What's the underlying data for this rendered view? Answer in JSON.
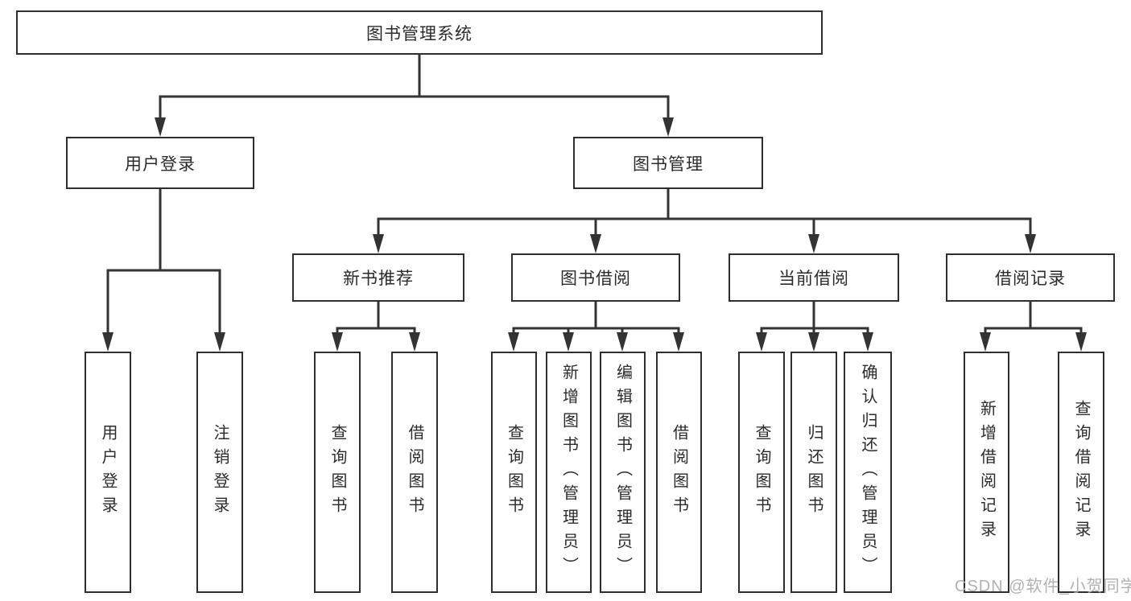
{
  "diagram": {
    "root": {
      "label": "图书管理系统"
    },
    "branches": {
      "user_login": {
        "label": "用户登录"
      },
      "book_mgmt": {
        "label": "图书管理"
      }
    },
    "modules": {
      "new_book_rec": {
        "label": "新书推荐"
      },
      "book_borrow": {
        "label": "图书借阅"
      },
      "current_borrow": {
        "label": "当前借阅"
      },
      "borrow_record": {
        "label": "借阅记录"
      }
    },
    "leaves": {
      "user_login": [
        {
          "label": "用户登录"
        },
        {
          "label": "注销登录"
        }
      ],
      "new_book_rec": [
        {
          "label": "查询图书"
        },
        {
          "label": "借阅图书"
        }
      ],
      "book_borrow": [
        {
          "label": "查询图书"
        },
        {
          "label": "新增图书（管理员）"
        },
        {
          "label": "编辑图书（管理员）"
        },
        {
          "label": "借阅图书"
        }
      ],
      "current_borrow": [
        {
          "label": "查询图书"
        },
        {
          "label": "归还图书"
        },
        {
          "label": "确认归还（管理员）"
        }
      ],
      "borrow_record": [
        {
          "label": "新增借阅记录"
        },
        {
          "label": "查询借阅记录"
        }
      ]
    },
    "watermark": "CSDN @软件_小贺同学",
    "colors": {
      "line": "#333333",
      "box_border": "#2e2e2e",
      "box_background": "#ffffff",
      "text": "#2b2b2b",
      "watermark": "#aaaaaa"
    }
  }
}
